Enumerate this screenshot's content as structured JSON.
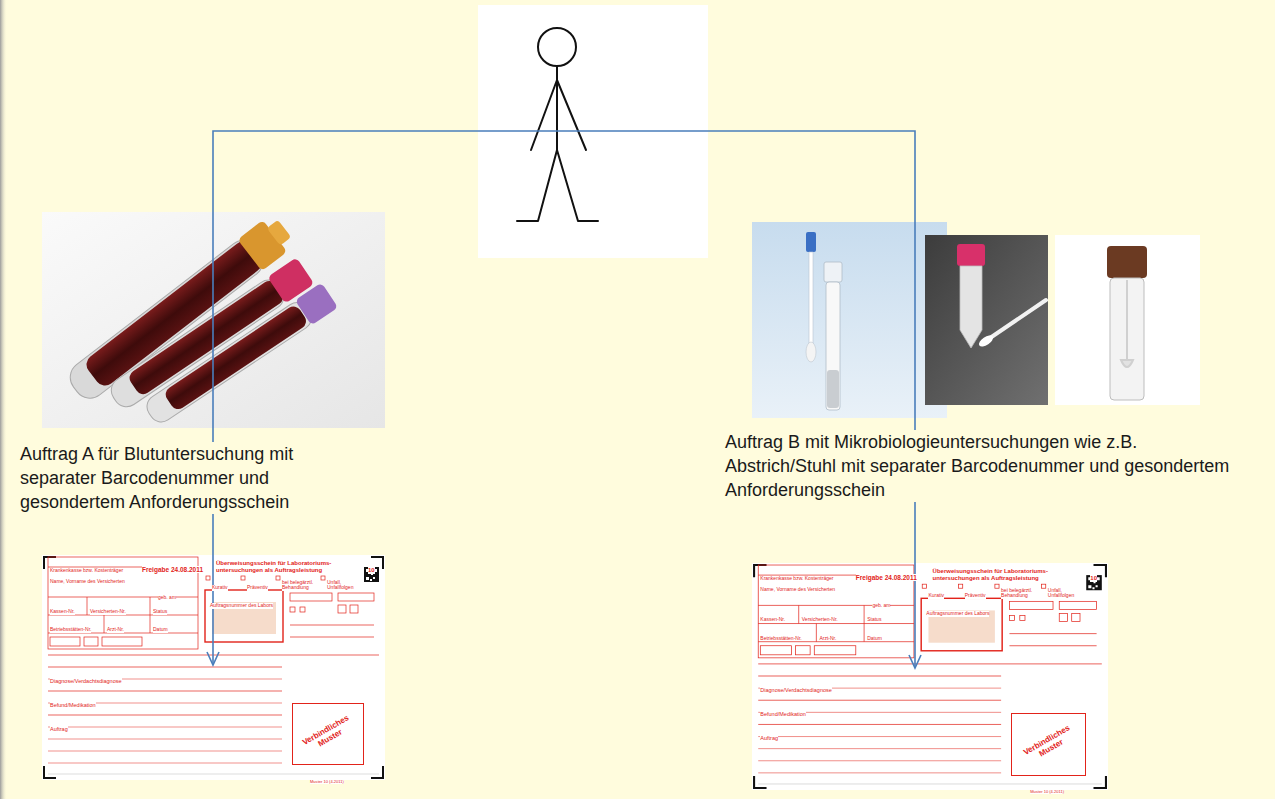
{
  "diagram": {
    "nodes": [
      {
        "text": [
          "Krankenkasse bzw. Kostenträger",
          "Freigabe 24.08.2011",
          "Überweisungsschein für Laboratoriums-untersuchungen als Auftragsleistung",
          "10",
          "Name, Vorname des Versicherten",
          "Kurativ",
          "Präventiv",
          "bei belegärztl. Behandlung",
          "Unfall, Unfallfolgen",
          "Auftragsnummer des Labors",
          "geb. am",
          "Kassen-Nr.",
          "Versicherten-Nr.",
          "Status",
          "Betriebsstätten-Nr.",
          "Arzt-Nr.",
          "Datum",
          "Diagnose/Verdachtsdiagnose",
          "Befund/Medikation",
          "Auftrag",
          "Muster 10 (4.2011)"
        ]
      },
      {
        "text": [
          "Verbindliches Muster"
        ],
        "in": 0
      },
      {
        "text": [
          "Krankenkasse bzw. Kostenträger",
          "Freigabe 24.08.2011",
          "Überweisungsschein für Laboratoriums-untersuchungen als Auftragsleistung",
          "10",
          "Name, Vorname des Versicherten",
          "Kurativ",
          "Präventiv",
          "bei belegärztl. Behandlung",
          "Unfall, Unfallfolgen",
          "Auftragsnummer des Labors",
          "geb. am",
          "Kassen-Nr.",
          "Versicherten-Nr.",
          "Status",
          "Betriebsstätten-Nr.",
          "Arzt-Nr.",
          "Datum",
          "Diagnose/Verdachtsdiagnose",
          "Befund/Medikation",
          "Auftrag",
          "Muster 10 (4.2011)"
        ]
      },
      {
        "text": [
          "Verbindliches Muster"
        ],
        "in": 2
      }
    ],
    "labels": [
      "Auftrag A für Blutuntersuchung mit separater Barcodenummer und gesondertem Anforderungsschein",
      "Auftrag B mit Mikrobiologieuntersuchungen wie z.B. Abstrich/Stuhl mit separater Barcodenummer und gesondertem Anforderungsschein"
    ]
  }
}
